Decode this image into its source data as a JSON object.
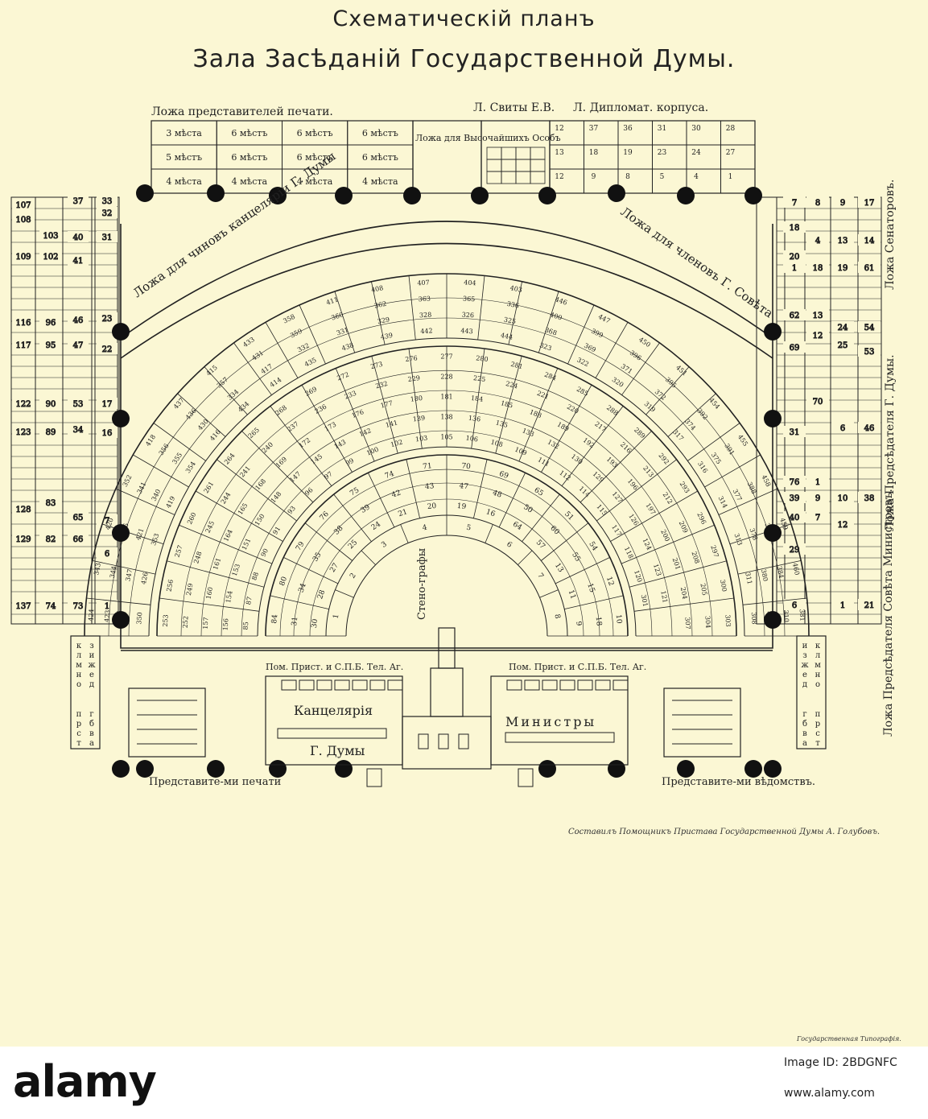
{
  "title": {
    "line1": "Схематическій планъ",
    "line2": "Зала Засѣданій Государственной Думы."
  },
  "top_labels": {
    "press_box": "Ложа представителей печати.",
    "suite_box": "Л. Свиты Е.В.",
    "diplomat_box": "Л. Дипломат. корпуса.",
    "royal_box": "Ложа для Высочайшихъ Особъ"
  },
  "press_cells": [
    [
      "3 мѣста",
      "6 мѣстъ",
      "6 мѣстъ",
      "6 мѣстъ"
    ],
    [
      "5 мѣстъ",
      "6 мѣстъ",
      "6 мѣстъ",
      "6 мѣстъ"
    ],
    [
      "4 мѣста",
      "4 мѣста",
      "4 мѣста",
      "4 мѣста"
    ]
  ],
  "diplomat_numbers": [
    [
      "12",
      "37",
      "36",
      "31",
      "30",
      "28"
    ],
    [
      "13",
      "18",
      "19",
      "23",
      "24",
      "27"
    ],
    [
      "12",
      "9",
      "8",
      "5",
      "4",
      "1"
    ]
  ],
  "side_boxes": {
    "left": "Ложа для чиновъ канцеляріи Г. Думы",
    "right": "Ложа для членовъ Г. Совѣта",
    "far_right_top": "Ложа Сенаторовъ.",
    "far_right_mid": "Ложа Предсѣдателя Г. Думы.",
    "far_right_bottom": "Ложа Предсѣдателя Совѣта Министровъ."
  },
  "left_column_numbers": [
    "107",
    "108",
    "103",
    "109",
    "102",
    "116",
    "96",
    "117",
    "95",
    "122",
    "90",
    "123",
    "89",
    "128",
    "83",
    "129",
    "82",
    "137",
    "74"
  ],
  "left_inner_numbers": [
    "37",
    "40",
    "41",
    "46",
    "47",
    "53",
    "34",
    "65",
    "66",
    "73"
  ],
  "left_aisle_numbers": [
    "33",
    "32",
    "31",
    "23",
    "22",
    "17",
    "16",
    "7",
    "6",
    "1"
  ],
  "right_inner_numbers": [
    "7",
    "8",
    "9",
    "17",
    "18",
    "4",
    "13",
    "14",
    "20",
    "1",
    "18",
    "19",
    "61",
    "62",
    "13",
    "24",
    "54",
    "69",
    "12",
    "25",
    "53",
    "70",
    "31",
    "6",
    "46",
    "76",
    "1",
    "39",
    "9",
    "10",
    "40",
    "7",
    "12",
    "29",
    "6",
    "1",
    "21",
    "38"
  ],
  "hemicycle_numbers": {
    "ring4": [
      "424",
      "423",
      "351",
      "350",
      "343",
      "344",
      "347",
      "426",
      "420",
      "425",
      "421",
      "353",
      "352",
      "341",
      "340",
      "419",
      "418",
      "356",
      "355",
      "354",
      "437",
      "436",
      "430",
      "416",
      "415",
      "357",
      "334",
      "434",
      "433",
      "431",
      "417",
      "414",
      "358",
      "359",
      "332",
      "435",
      "411",
      "360",
      "331",
      "438",
      "408",
      "362",
      "329",
      "439",
      "407",
      "363",
      "328",
      "442",
      "404",
      "365",
      "326",
      "443",
      "403",
      "336",
      "325",
      "444",
      "446",
      "400",
      "368",
      "323",
      "447",
      "399",
      "369",
      "322",
      "450",
      "396",
      "371",
      "320",
      "451",
      "395",
      "372",
      "319",
      "454",
      "392",
      "374",
      "317",
      "455",
      "391",
      "375",
      "316",
      "458",
      "388",
      "377",
      "314",
      "459",
      "387",
      "378",
      "313",
      "460",
      "384",
      "380",
      "311",
      "381",
      "310",
      "383",
      "308"
    ],
    "ring3": [
      "253",
      "252",
      "157",
      "156",
      "85",
      "256",
      "249",
      "160",
      "154",
      "87",
      "257",
      "248",
      "161",
      "153",
      "88",
      "260",
      "245",
      "164",
      "151",
      "90",
      "261",
      "244",
      "165",
      "150",
      "91",
      "264",
      "241",
      "168",
      "148",
      "93",
      "265",
      "240",
      "169",
      "147",
      "96",
      "268",
      "237",
      "172",
      "145",
      "97",
      "269",
      "236",
      "173",
      "143",
      "99",
      "272",
      "233",
      "176",
      "142",
      "100",
      "273",
      "232",
      "177",
      "141",
      "102",
      "276",
      "229",
      "180",
      "139",
      "103",
      "277",
      "228",
      "181",
      "138",
      "105",
      "280",
      "225",
      "184",
      "136",
      "106",
      "281",
      "224",
      "185",
      "135",
      "108",
      "284",
      "221",
      "188",
      "133",
      "109",
      "285",
      "220",
      "189",
      "132",
      "111",
      "288",
      "217",
      "192",
      "130",
      "112",
      "289",
      "216",
      "193",
      "129",
      "114",
      "292",
      "213",
      "196",
      "127",
      "115",
      "293",
      "212",
      "197",
      "126",
      "117",
      "296",
      "209",
      "200",
      "124",
      "118",
      "297",
      "208",
      "201",
      "123",
      "120",
      "300",
      "205",
      "204",
      "121",
      "301",
      "303",
      "304",
      "307"
    ],
    "ring2": [
      "84",
      "31",
      "30",
      "80",
      "34",
      "28",
      "79",
      "35",
      "27",
      "76",
      "38",
      "25",
      "75",
      "39",
      "24",
      "74",
      "42",
      "21",
      "71",
      "43",
      "20",
      "70",
      "47",
      "19",
      "69",
      "48",
      "16",
      "65",
      "50",
      "64",
      "51",
      "60",
      "57",
      "54",
      "55",
      "13",
      "12",
      "15",
      "11",
      "10",
      "18",
      "9"
    ],
    "ring1": [
      "1",
      "2",
      "3",
      "4",
      "5",
      "6",
      "7",
      "8"
    ]
  },
  "bottom": {
    "stenographers": "Стено-графы",
    "left_gallery": "Пом. Прист. и С.П.Б. Тел. Аг.",
    "right_gallery": "Пом. Прист. и С.П.Б. Тел. Аг.",
    "chancellery": "Канцелярія",
    "chancellery_2": "Г. Думы",
    "ministers": "Министры",
    "press_reps": "Представите-ми печати",
    "dept_reps": "Представите-ми вѣдомствъ.",
    "left_letters": [
      "к",
      "з",
      "л",
      "и",
      "м",
      "ж",
      "н",
      "е",
      "о",
      "д",
      "п",
      "г",
      "р",
      "б",
      "с",
      "в",
      "т",
      "а"
    ],
    "right_letters": [
      "и",
      "к",
      "з",
      "л",
      "ж",
      "м",
      "е",
      "н",
      "д",
      "о",
      "г",
      "п",
      "б",
      "р",
      "в",
      "с",
      "а",
      "т"
    ]
  },
  "credits": {
    "compiler": "Составилъ Помощникъ Пристава Государственной Думы А. Голубовъ.",
    "printer": "Государственная Типографія."
  },
  "stock": {
    "logo": "alamy",
    "id_label": "Image ID: 2BDGNFC",
    "id_value": "2BDGNFC",
    "www": "www.alamy.com"
  },
  "colors": {
    "paper": "#fbf7d4",
    "ink": "#222222"
  }
}
